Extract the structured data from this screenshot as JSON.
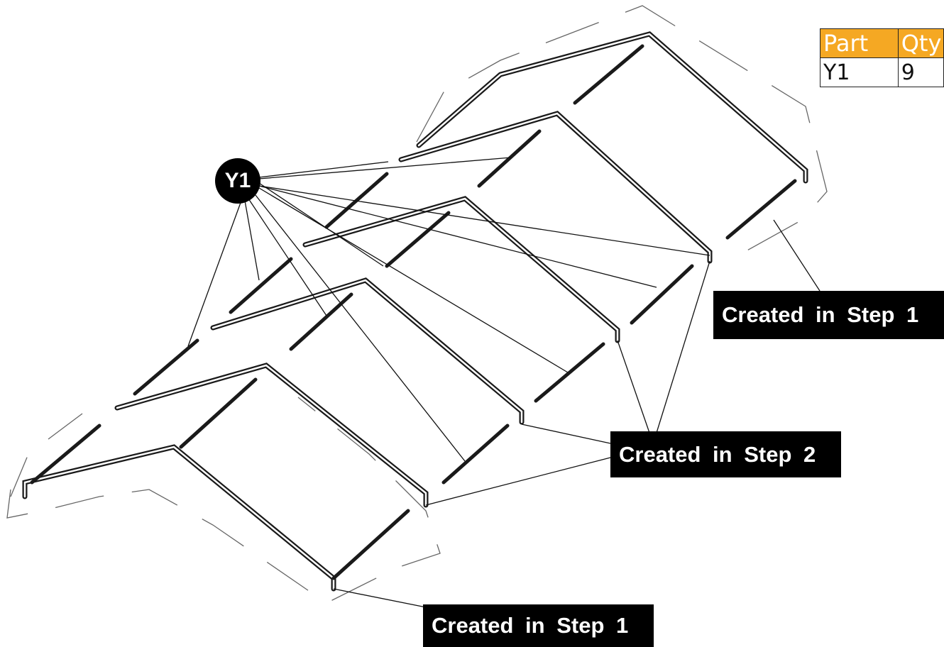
{
  "parts_table": {
    "headers": [
      "Part",
      "Qty"
    ],
    "rows": [
      [
        "Y1",
        "9"
      ]
    ],
    "header_color": "#f5a823"
  },
  "callout": {
    "label": "Y1"
  },
  "labels": {
    "step1_right": "Created in Step 1",
    "step2": "Created in Step 2",
    "step1_bottom": "Created in Step 1"
  }
}
